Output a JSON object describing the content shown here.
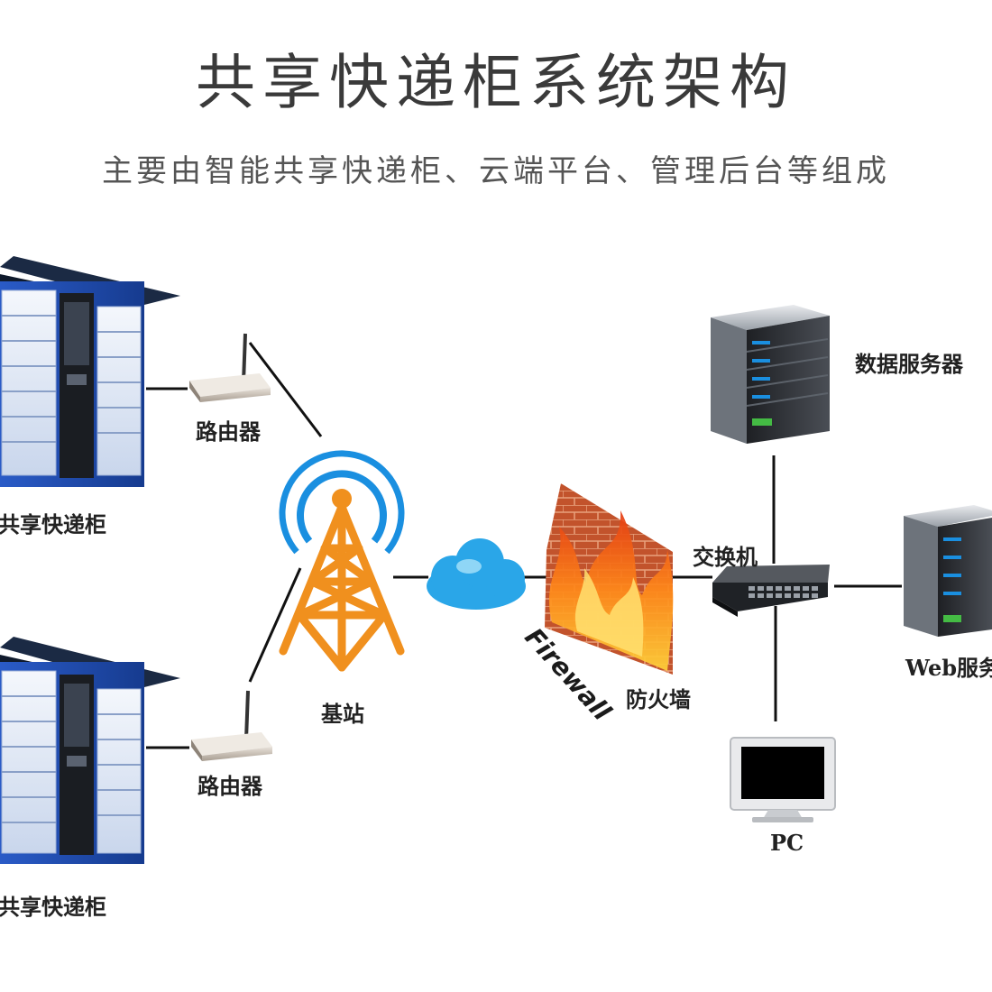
{
  "header": {
    "title": "共享快递柜系统架构",
    "subtitle": "主要由智能共享快递柜、云端平台、管理后台等组成"
  },
  "nodes": {
    "locker_top": "共享快递柜",
    "locker_bottom": "共享快递柜",
    "router_top": "路由器",
    "router_bottom": "路由器",
    "base_station": "基站",
    "firewall": "防火墙",
    "firewall_text": "Firewall",
    "switch": "交换机",
    "data_server": "数据服务器",
    "web_server": "Web服务",
    "pc": "PC"
  },
  "colors": {
    "locker_blue": "#1f4fb0",
    "tower_orange": "#f0901e",
    "signal_blue": "#1a8fe0",
    "cloud_blue": "#2aa6e8",
    "server_dark": "#2b2e33",
    "line": "#111111"
  }
}
